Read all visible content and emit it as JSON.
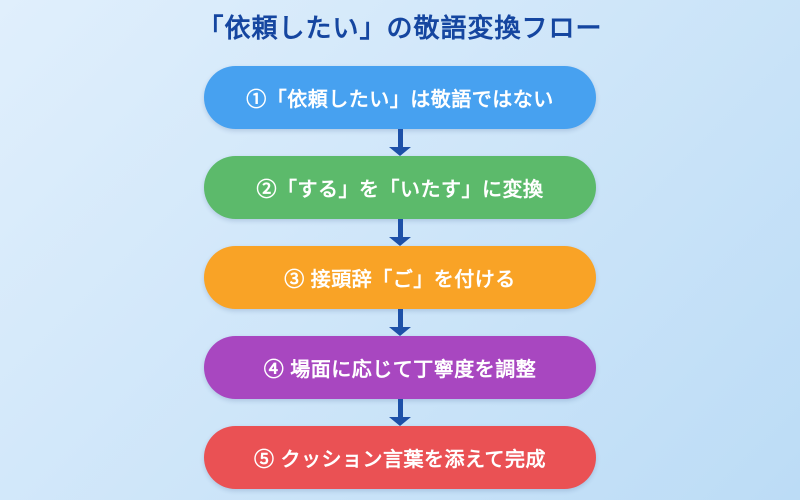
{
  "title": "「依頼したい」の敬語変換フロー",
  "colors": {
    "background_top_left": "#e0effc",
    "background_bottom_right": "#bcdcf6",
    "title_text": "#1546a0",
    "step_text": "#ffffff",
    "arrow": "#1d50a8"
  },
  "flow": {
    "steps": [
      {
        "label": "①「依頼したい」は敬語ではない",
        "color": "#47a1f0"
      },
      {
        "label": "②「する」を「いたす」に変換",
        "color": "#5cba6b"
      },
      {
        "label": "③ 接頭辞「ご」を付ける",
        "color": "#f9a326"
      },
      {
        "label": "④ 場面に応じて丁寧度を調整",
        "color": "#a847c0"
      },
      {
        "label": "⑤ クッション言葉を添えて完成",
        "color": "#ea5154"
      }
    ]
  }
}
